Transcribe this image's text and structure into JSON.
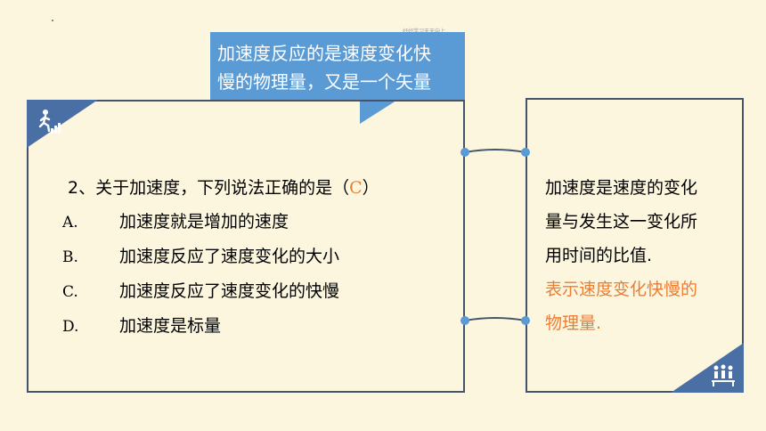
{
  "callout": {
    "tag": "好好学习天天向上",
    "line1": "加速度反应的是速度变化快",
    "line2": "慢的物理量，又是一个矢量"
  },
  "question": {
    "prefix": "2、关于加速度，下列说法正确的是（",
    "answer": "C",
    "suffix": "）",
    "options": [
      {
        "letter": "A.",
        "text": "加速度就是增加的速度"
      },
      {
        "letter": "B.",
        "text": "加速度反应了速度变化的大小"
      },
      {
        "letter": "C.",
        "text": "加速度反应了速度变化的快慢"
      },
      {
        "letter": "D.",
        "text": "加速度是标量"
      }
    ]
  },
  "explanation": {
    "lines": [
      "加速度是速度的变化",
      "量与发生这一变化所",
      "用时间的比值."
    ],
    "highlight_lines": [
      "表示速度变化快慢的",
      "物理量."
    ]
  },
  "colors": {
    "accent_blue": "#5b9bd5",
    "frame": "#44546a",
    "corner": "#4a6fa5",
    "answer_orange": "#ed7d31",
    "background": "#fdf6df"
  },
  "icons": [
    "running-stairs-icon",
    "people-podium-icon"
  ]
}
